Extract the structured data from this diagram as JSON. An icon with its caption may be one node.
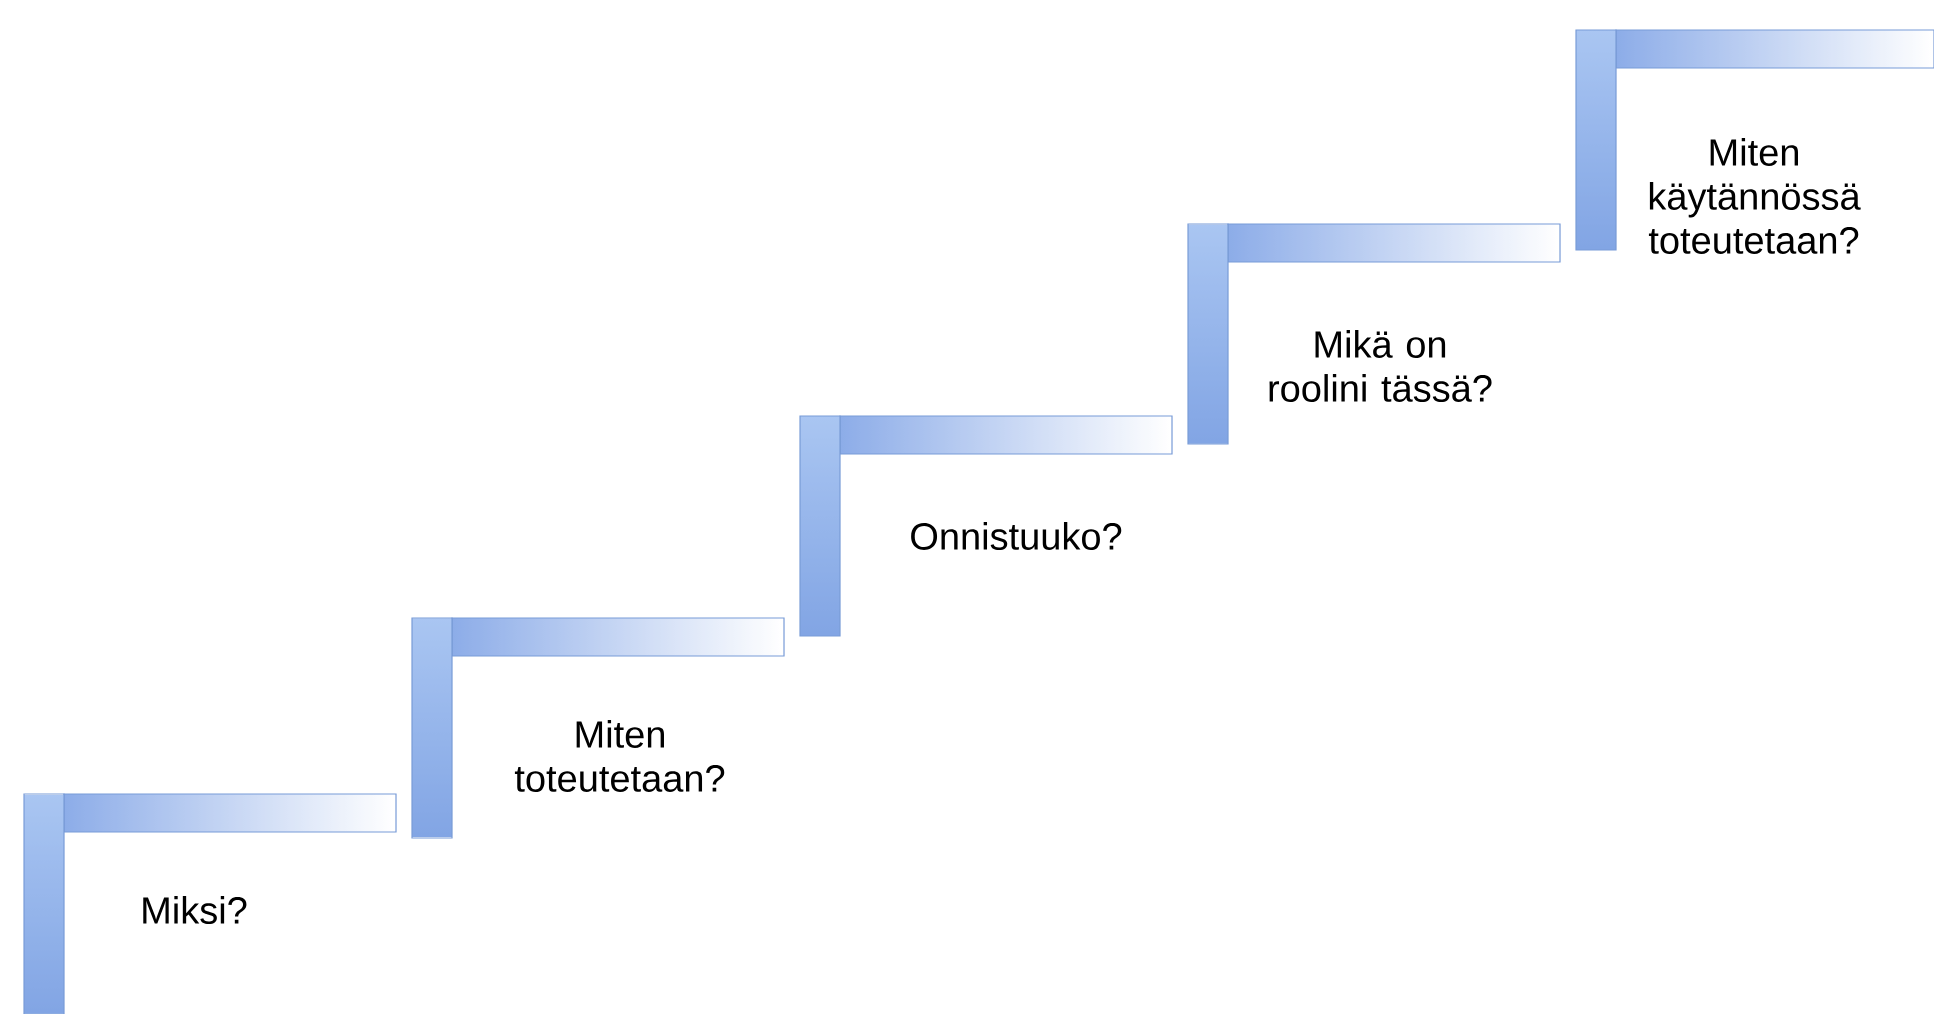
{
  "diagram": {
    "nodes": [
      {
        "text": [
          "Miksi?"
        ]
      },
      {
        "text": [
          "Miten toteutetaan?"
        ]
      },
      {
        "text": [
          "Onnistuuko?"
        ]
      },
      {
        "text": [
          "Mikä on roolini tässä?"
        ]
      },
      {
        "text": [
          "Miten käytännössä toteutetaan?"
        ]
      }
    ]
  }
}
